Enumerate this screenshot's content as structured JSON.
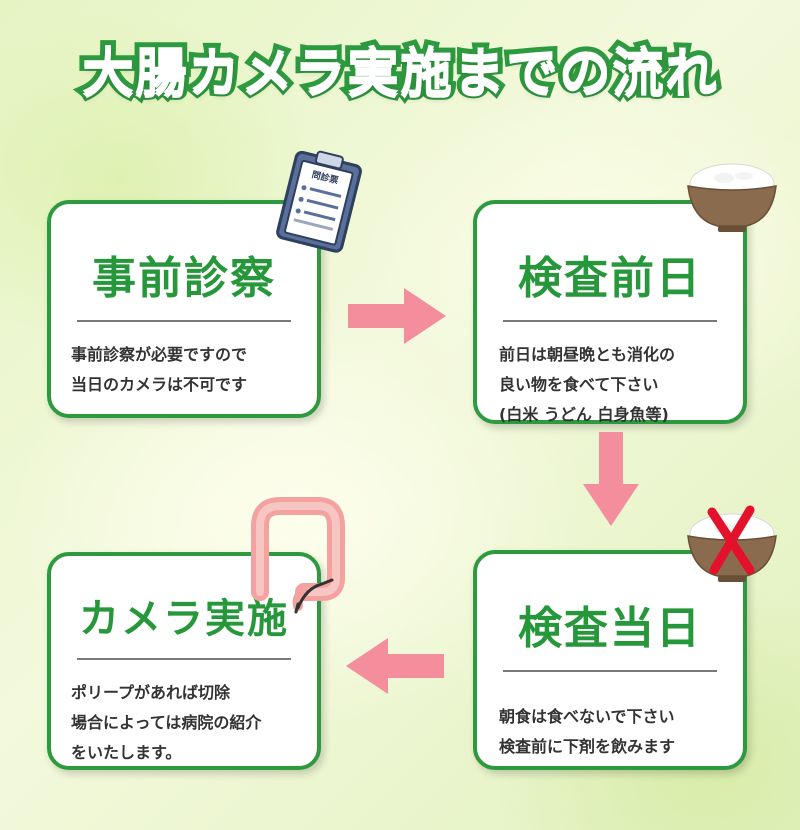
{
  "title": "大腸カメラ実施までの流れ",
  "colors": {
    "green": "#2e9a3f",
    "arrow_pink": "#f48e9c",
    "text": "#333333"
  },
  "steps": [
    {
      "heading": "事前診察",
      "text": "事前診察が必要ですので\n当日のカメラは不可です",
      "icon": "clipboard-icon",
      "icon_label": "問診票"
    },
    {
      "heading": "検査前日",
      "text": "前日は朝昼晩とも消化の\n良い物を食べて下さい\n(白米 うどん 白身魚等)",
      "icon": "rice-bowl-icon"
    },
    {
      "heading": "検査当日",
      "text": "朝食は食べないで下さい\n検査前に下剤を飲みます",
      "icon": "rice-bowl-crossed-icon"
    },
    {
      "heading": "カメラ実施",
      "text": "ポリープがあれば切除\n場合によっては病院の紹介\nをいたします。",
      "icon": "colon-icon"
    }
  ]
}
